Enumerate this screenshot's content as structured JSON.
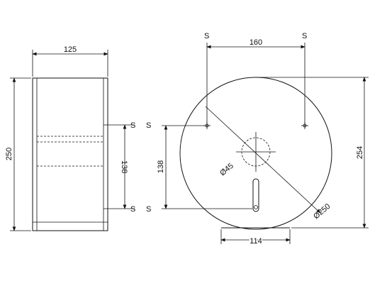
{
  "side_view": {
    "width_label": "125",
    "height_label": "250",
    "slot_spacing_label": "138",
    "screw_label_top": "S",
    "screw_label_bottom": "S"
  },
  "front_view": {
    "screw_spacing_label": "160",
    "screw_label_top_left": "S",
    "screw_label_top_right": "S",
    "screw_label_left_top": "S",
    "screw_label_left_bottom": "S",
    "vertical_spacing_label": "138",
    "height_label": "254",
    "hole_diameter_label": "Ø45",
    "body_diameter_label": "Ø250",
    "base_width_label": "114"
  }
}
